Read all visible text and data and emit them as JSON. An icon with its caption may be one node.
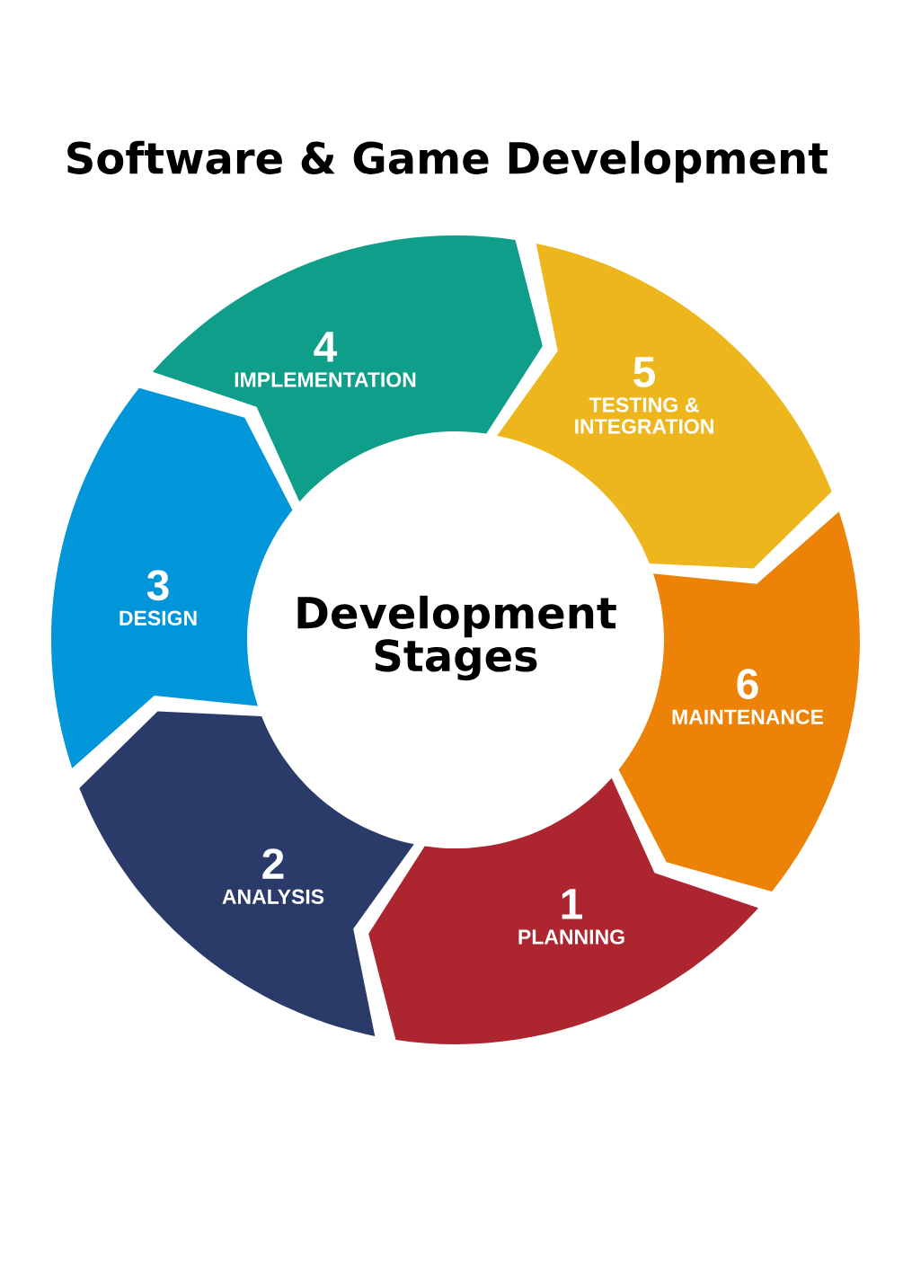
{
  "diagram": {
    "title": "Software & Game Development",
    "nodes": [
      {
        "text": [
          "1",
          "PLANNING"
        ]
      },
      {
        "text": [
          "2",
          "ANALYSIS"
        ]
      },
      {
        "text": [
          "3",
          "DESIGN"
        ]
      },
      {
        "text": [
          "4",
          "IMPLEMENTATION"
        ]
      },
      {
        "text": [
          "5",
          "TESTING & INTEGRATION"
        ]
      },
      {
        "text": [
          "6",
          "MAINTENANCE"
        ]
      },
      {
        "text": [
          "Development Stages"
        ]
      }
    ]
  }
}
